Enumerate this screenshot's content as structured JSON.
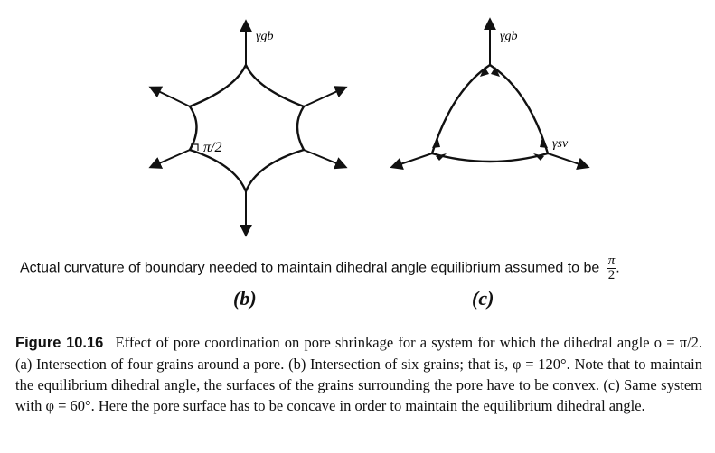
{
  "diagram": {
    "panel_b": {
      "top_label": "γgb",
      "angle_label": "π/2"
    },
    "panel_c": {
      "top_label": "γgb",
      "side_label": "γsv"
    }
  },
  "subtitle": {
    "text": "Actual curvature of boundary needed to maintain dihedral angle equilibrium assumed to be",
    "frac_num": "π",
    "frac_den": "2",
    "end": "."
  },
  "panels": {
    "b_label": "(b)",
    "c_label": "(c)"
  },
  "caption": {
    "title": "Figure 10.16",
    "text": "Effect of pore coordination on pore shrinkage for a system for which the dihedral angle ο = π/2. (a) Intersection of four grains around a pore. (b) Intersection of six grains; that is, φ = 120°. Note that to maintain the equilibrium dihedral angle, the surfaces of the grains surrounding the pore have to be convex. (c) Same system with φ = 60°. Here the pore surface has to be concave in order to maintain the equilibrium dihedral angle."
  }
}
